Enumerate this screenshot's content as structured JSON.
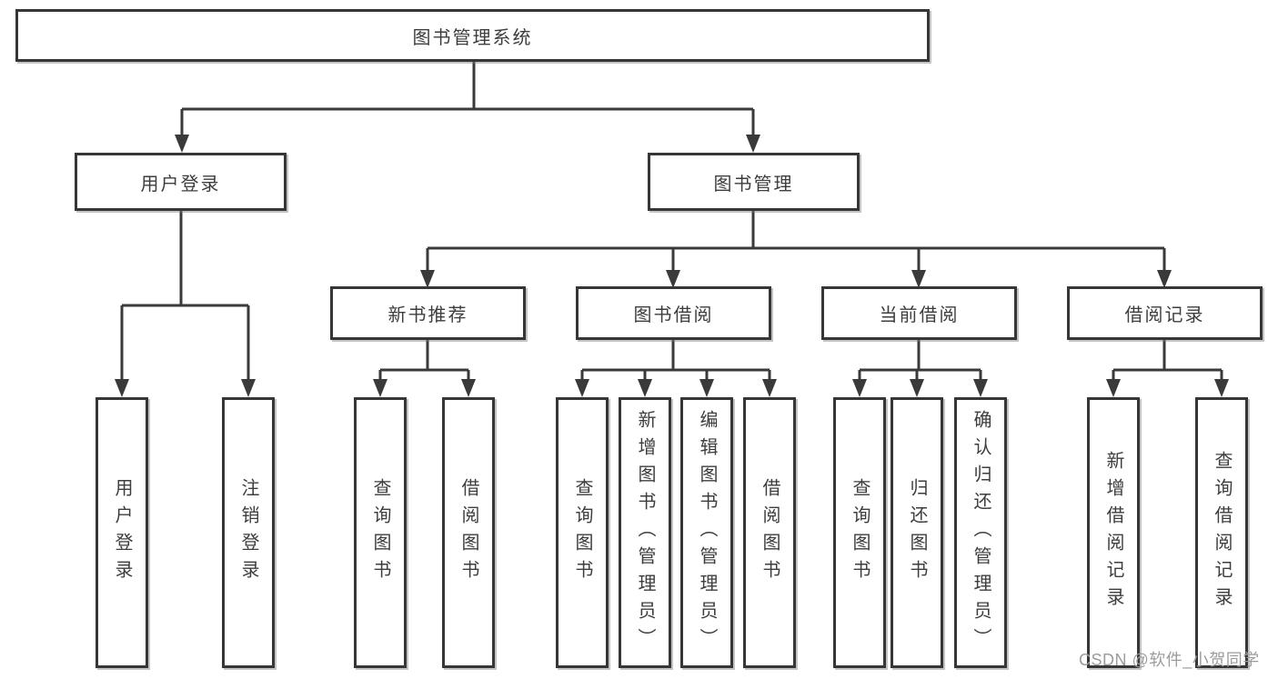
{
  "colors": {
    "line": "#3a3a3a",
    "border": "#363636",
    "text": "#3d3d3d",
    "background": "#ffffff",
    "watermark": "#9c9c9c"
  },
  "diagram": {
    "root": {
      "label": "图书管理系统"
    },
    "level2": [
      {
        "label": "用户登录",
        "parent": "图书管理系统"
      },
      {
        "label": "图书管理",
        "parent": "图书管理系统"
      }
    ],
    "level3": [
      {
        "label": "新书推荐",
        "parent": "图书管理"
      },
      {
        "label": "图书借阅",
        "parent": "图书管理"
      },
      {
        "label": "当前借阅",
        "parent": "图书管理"
      },
      {
        "label": "借阅记录",
        "parent": "图书管理"
      }
    ],
    "leaves": [
      {
        "label": "用户登录",
        "parent": "用户登录"
      },
      {
        "label": "注销登录",
        "parent": "用户登录"
      },
      {
        "label": "查询图书",
        "parent": "新书推荐"
      },
      {
        "label": "借阅图书",
        "parent": "新书推荐"
      },
      {
        "label": "查询图书",
        "parent": "图书借阅"
      },
      {
        "label": "新增图书（管理员）",
        "parent": "图书借阅"
      },
      {
        "label": "编辑图书（管理员）",
        "parent": "图书借阅"
      },
      {
        "label": "借阅图书",
        "parent": "图书借阅"
      },
      {
        "label": "查询图书",
        "parent": "当前借阅"
      },
      {
        "label": "归还图书",
        "parent": "当前借阅"
      },
      {
        "label": "确认归还（管理员）",
        "parent": "当前借阅"
      },
      {
        "label": "新增借阅记录",
        "parent": "借阅记录"
      },
      {
        "label": "查询借阅记录",
        "parent": "借阅记录"
      }
    ]
  },
  "watermark": {
    "text": "CSDN @软件_小贺同学"
  }
}
